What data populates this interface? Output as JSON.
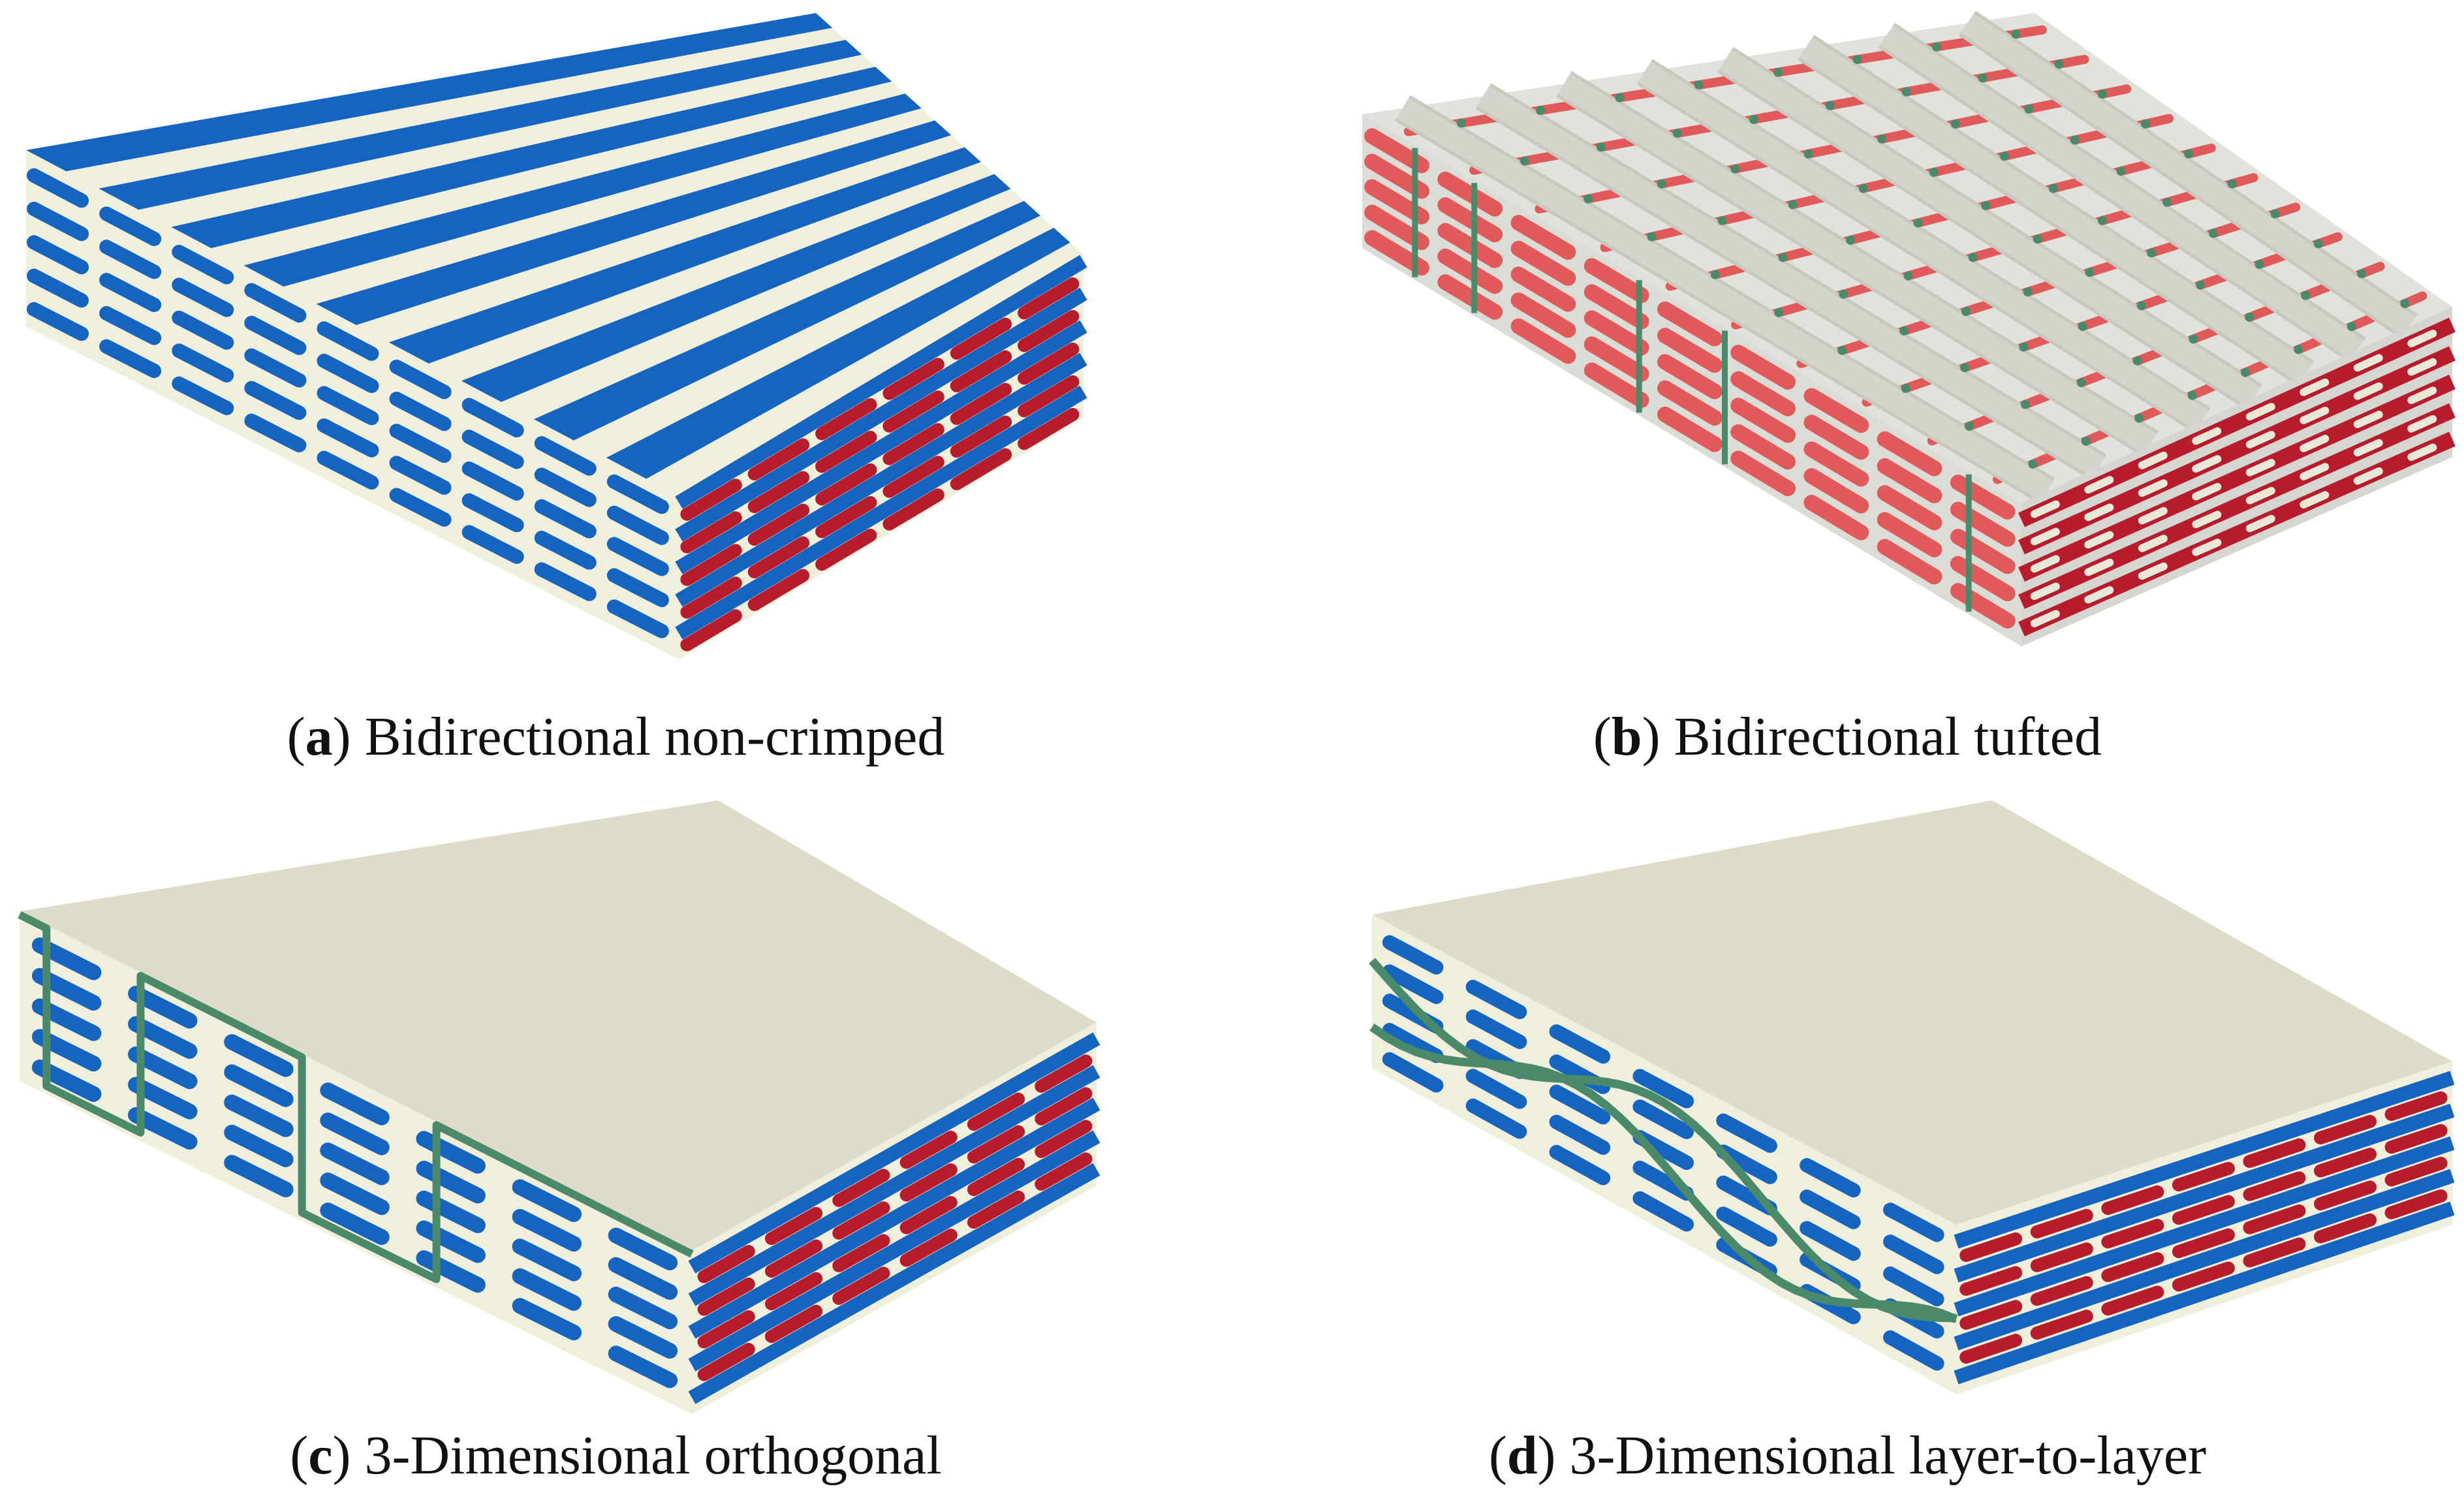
{
  "panels": [
    {
      "letter": "a",
      "label": "Bidirectional non-crimped"
    },
    {
      "letter": "b",
      "label": "Bidirectional tufted"
    },
    {
      "letter": "c",
      "label": "3-Dimensional orthogonal"
    },
    {
      "letter": "d",
      "label": "3-Dimensional layer-to-layer"
    }
  ],
  "colors": {
    "matrix_top": "#ddddc6",
    "matrix_side": "#f0efdc",
    "warp_tow": "#1565c0",
    "weft_tow": "#b71c2c",
    "weft_tow_light": "#e05a5a",
    "binder": "#4a8a6a",
    "tufted_matrix": "#d9d9d2"
  }
}
